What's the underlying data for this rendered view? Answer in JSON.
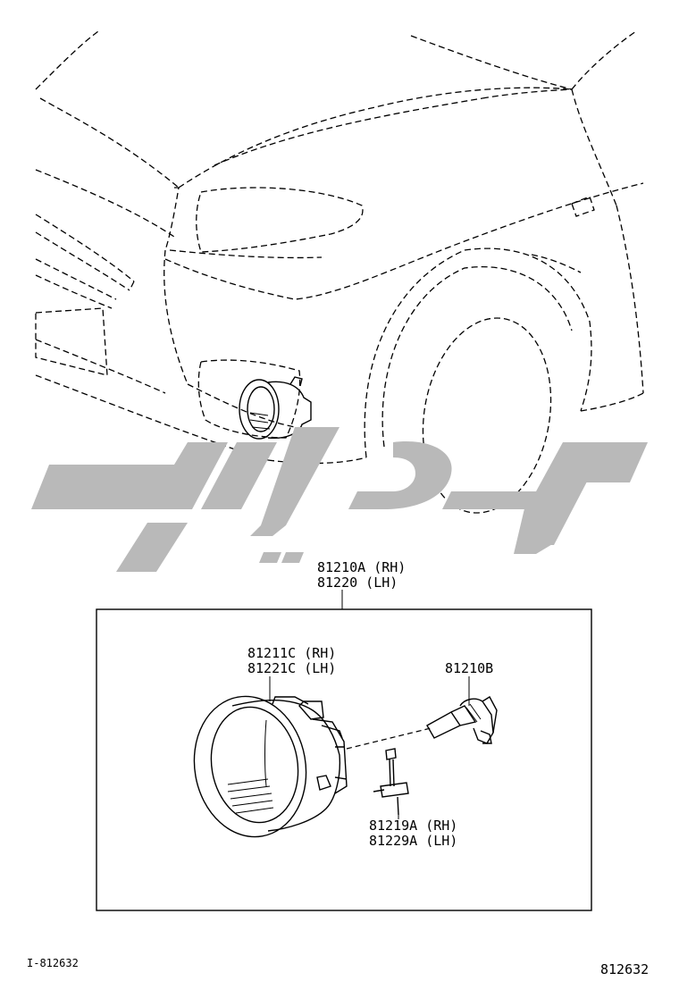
{
  "callouts": {
    "assembly_rh": "81210A (RH)",
    "assembly_lh": "81220  (LH)",
    "lens_rh": "81211C (RH)",
    "lens_lh": "81221C (LH)",
    "bulb": "81210B",
    "socket_rh": "81219A (RH)",
    "socket_lh": "81229A (LH)"
  },
  "footer": {
    "illustration_id": "I-812632",
    "figure_number": "812632"
  },
  "colors": {
    "line": "#000000",
    "watermark": "#b9b9b9",
    "background": "#ffffff"
  },
  "icons": [
    "car-front-outline",
    "fog-lamp",
    "halogen-bulb",
    "bulb-socket"
  ]
}
